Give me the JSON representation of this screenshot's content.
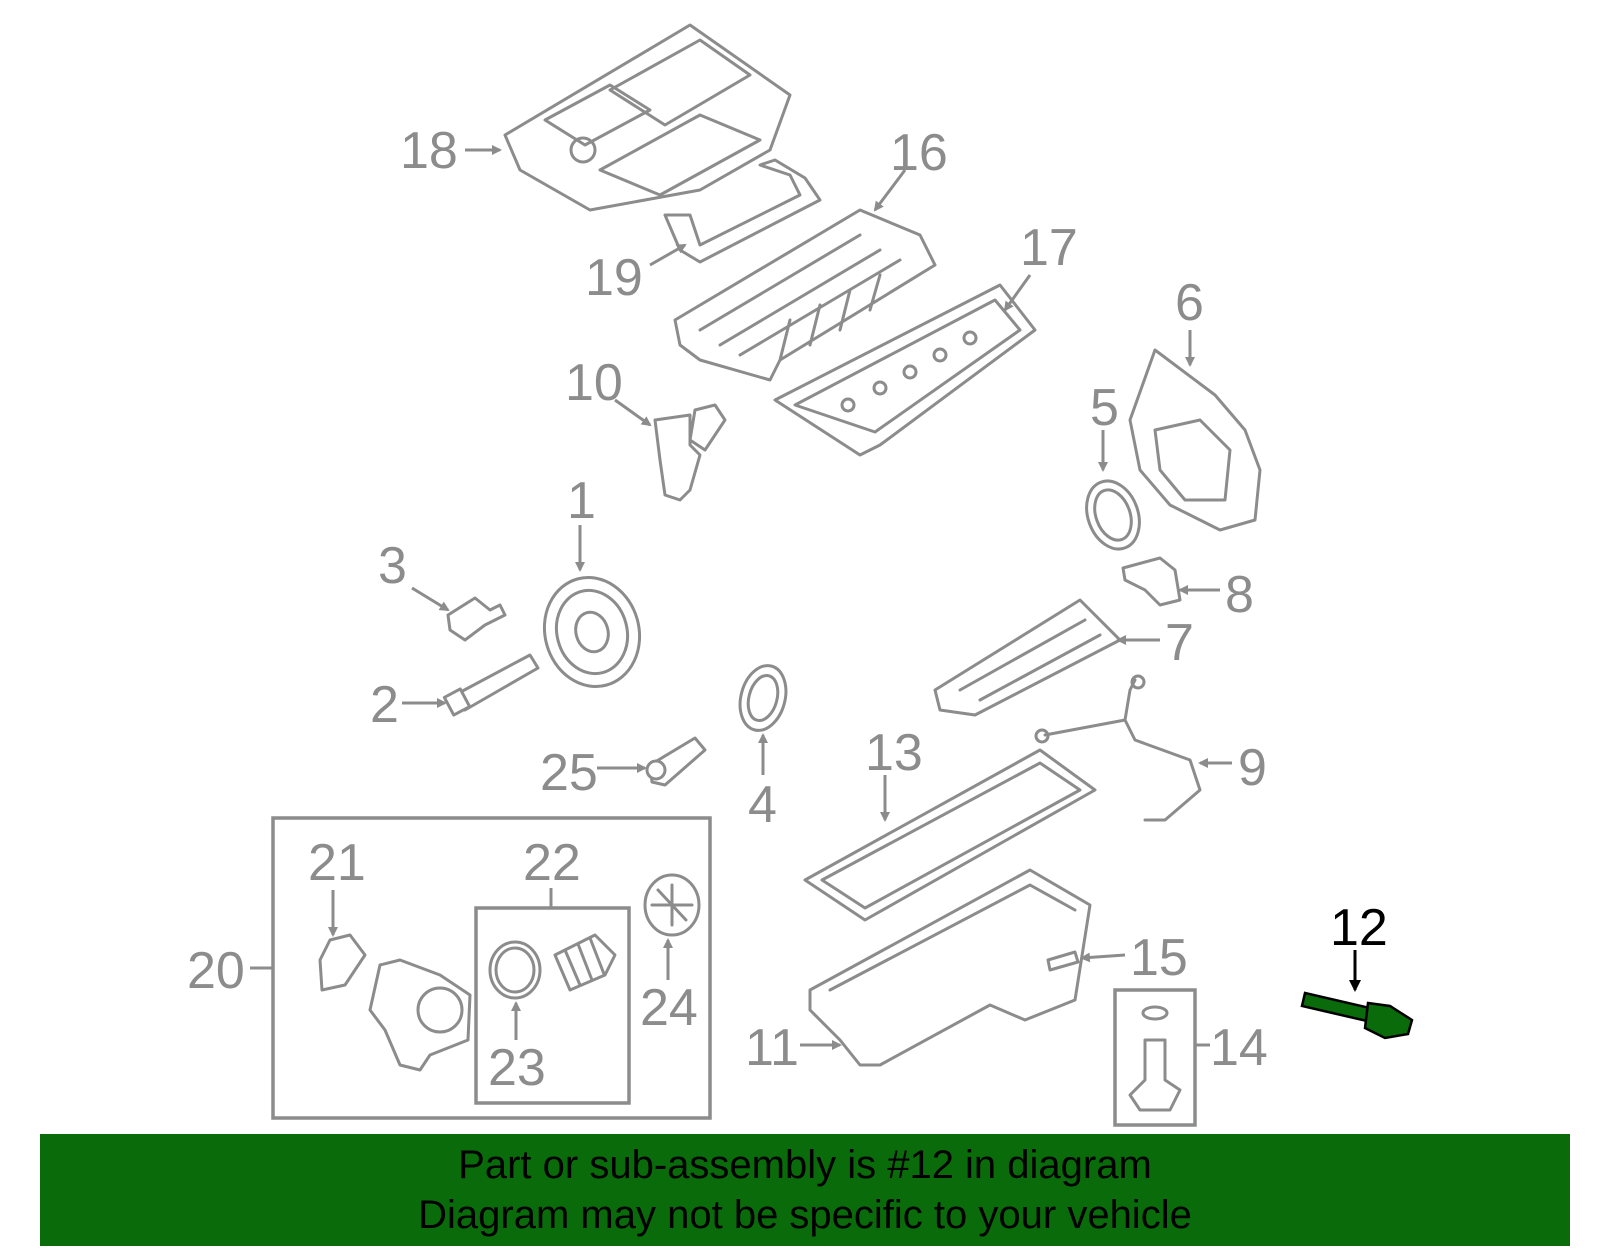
{
  "diagram": {
    "highlighted_part": "12",
    "callouts": [
      "1",
      "2",
      "3",
      "4",
      "5",
      "6",
      "7",
      "8",
      "9",
      "10",
      "11",
      "12",
      "13",
      "14",
      "15",
      "16",
      "17",
      "18",
      "19",
      "20",
      "21",
      "22",
      "23",
      "24",
      "25"
    ]
  },
  "banner": {
    "line1": "Part or sub-assembly is #12 in diagram",
    "line2": "Diagram may not be specific to your vehicle"
  },
  "colors": {
    "banner_background": "#0a6b0a",
    "highlight_part": "#0a6b0a",
    "line_art": "#8c8c8c"
  }
}
